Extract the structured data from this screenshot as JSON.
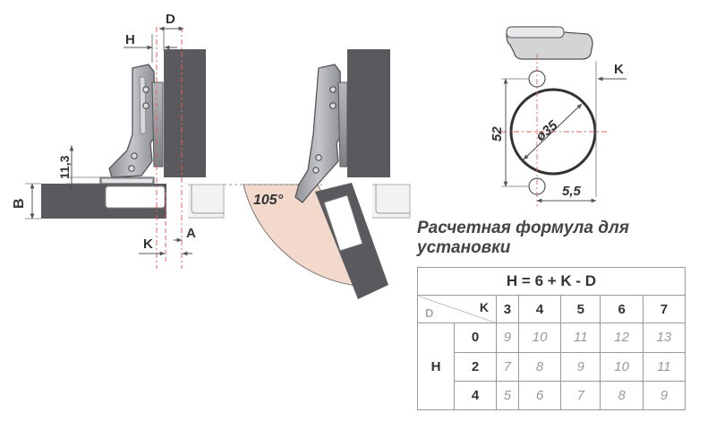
{
  "diagram": {
    "labels": {
      "d": "D",
      "h": "H",
      "b": "B",
      "k": "K",
      "a": "A",
      "dim_11_3": "11,3",
      "angle": "105°",
      "dim_52": "52",
      "diameter": "ø35",
      "dim_5_5": "5,5"
    }
  },
  "formula": {
    "title_line1": "Расчетная формула для",
    "title_line2": "установки",
    "expression": "H = 6 + K - D",
    "corner_d": "D",
    "corner_k": "K",
    "k_values": [
      "3",
      "4",
      "5",
      "6",
      "7"
    ],
    "row_label": "H",
    "rows": [
      {
        "h": "0",
        "values": [
          "9",
          "10",
          "11",
          "12",
          "13"
        ]
      },
      {
        "h": "2",
        "values": [
          "7",
          "8",
          "9",
          "10",
          "11"
        ]
      },
      {
        "h": "4",
        "values": [
          "5",
          "6",
          "7",
          "8",
          "9"
        ]
      }
    ]
  }
}
